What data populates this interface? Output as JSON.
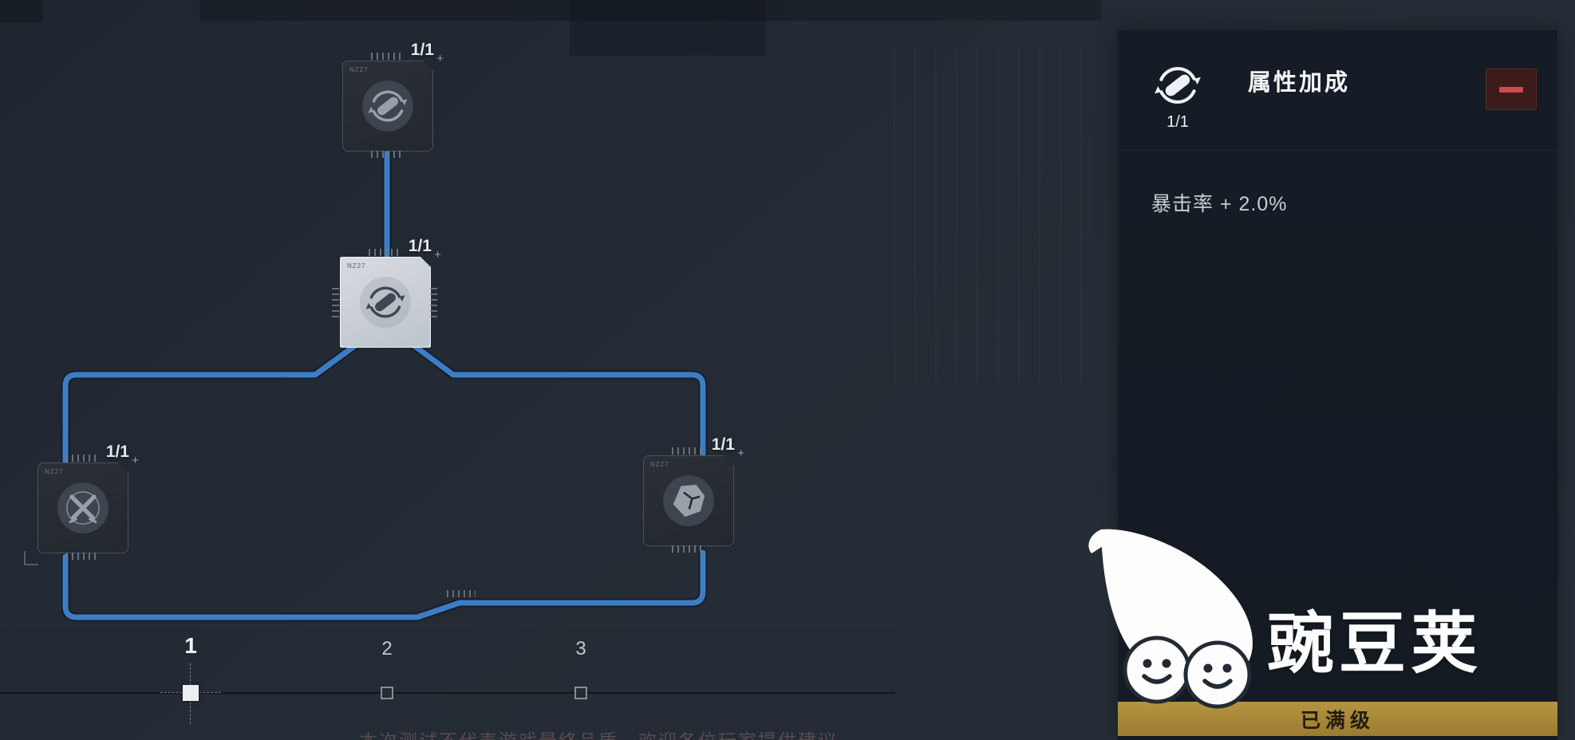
{
  "scene": "chip-skill-tree",
  "colors": {
    "background": "#242b34",
    "connector_blue": "#3d7dc3",
    "chip_dark": "#272c33",
    "chip_selected": "#ccd2d9",
    "panel_bg": "#141b24",
    "accent_gold": "#ab8c3c",
    "accent_red": "#d14b4b"
  },
  "tree": {
    "nodes": [
      {
        "id": "top",
        "count": "1/1",
        "icon": "bullet-cycle-icon",
        "code": "NZ27",
        "selected": false
      },
      {
        "id": "center",
        "count": "1/1",
        "icon": "bullet-cycle-icon",
        "code": "NZ27",
        "selected": true
      },
      {
        "id": "left",
        "count": "1/1",
        "icon": "crossed-swords-icon",
        "code": "NZ27",
        "selected": false
      },
      {
        "id": "right",
        "count": "1/1",
        "icon": "armor-plate-icon",
        "code": "NZ27",
        "selected": false
      }
    ]
  },
  "level_slider": {
    "ticks": [
      {
        "label": "1",
        "selected": true
      },
      {
        "label": "2",
        "selected": false
      },
      {
        "label": "3",
        "selected": false
      }
    ]
  },
  "detail_panel": {
    "icon": "bullet-cycle-icon",
    "icon_count": "1/1",
    "title": "属性加成",
    "effect": "暴击率 + 2.0%",
    "max_button": "已满级",
    "collapse_icon": "minus-icon"
  },
  "watermark": {
    "brand": "豌豆荚",
    "logo": "pea-pod-logo"
  },
  "footer": {
    "notice": "本次测试不代表游戏最终品质，欢迎各位玩家提供建议"
  },
  "decor": {
    "plus": "+"
  }
}
